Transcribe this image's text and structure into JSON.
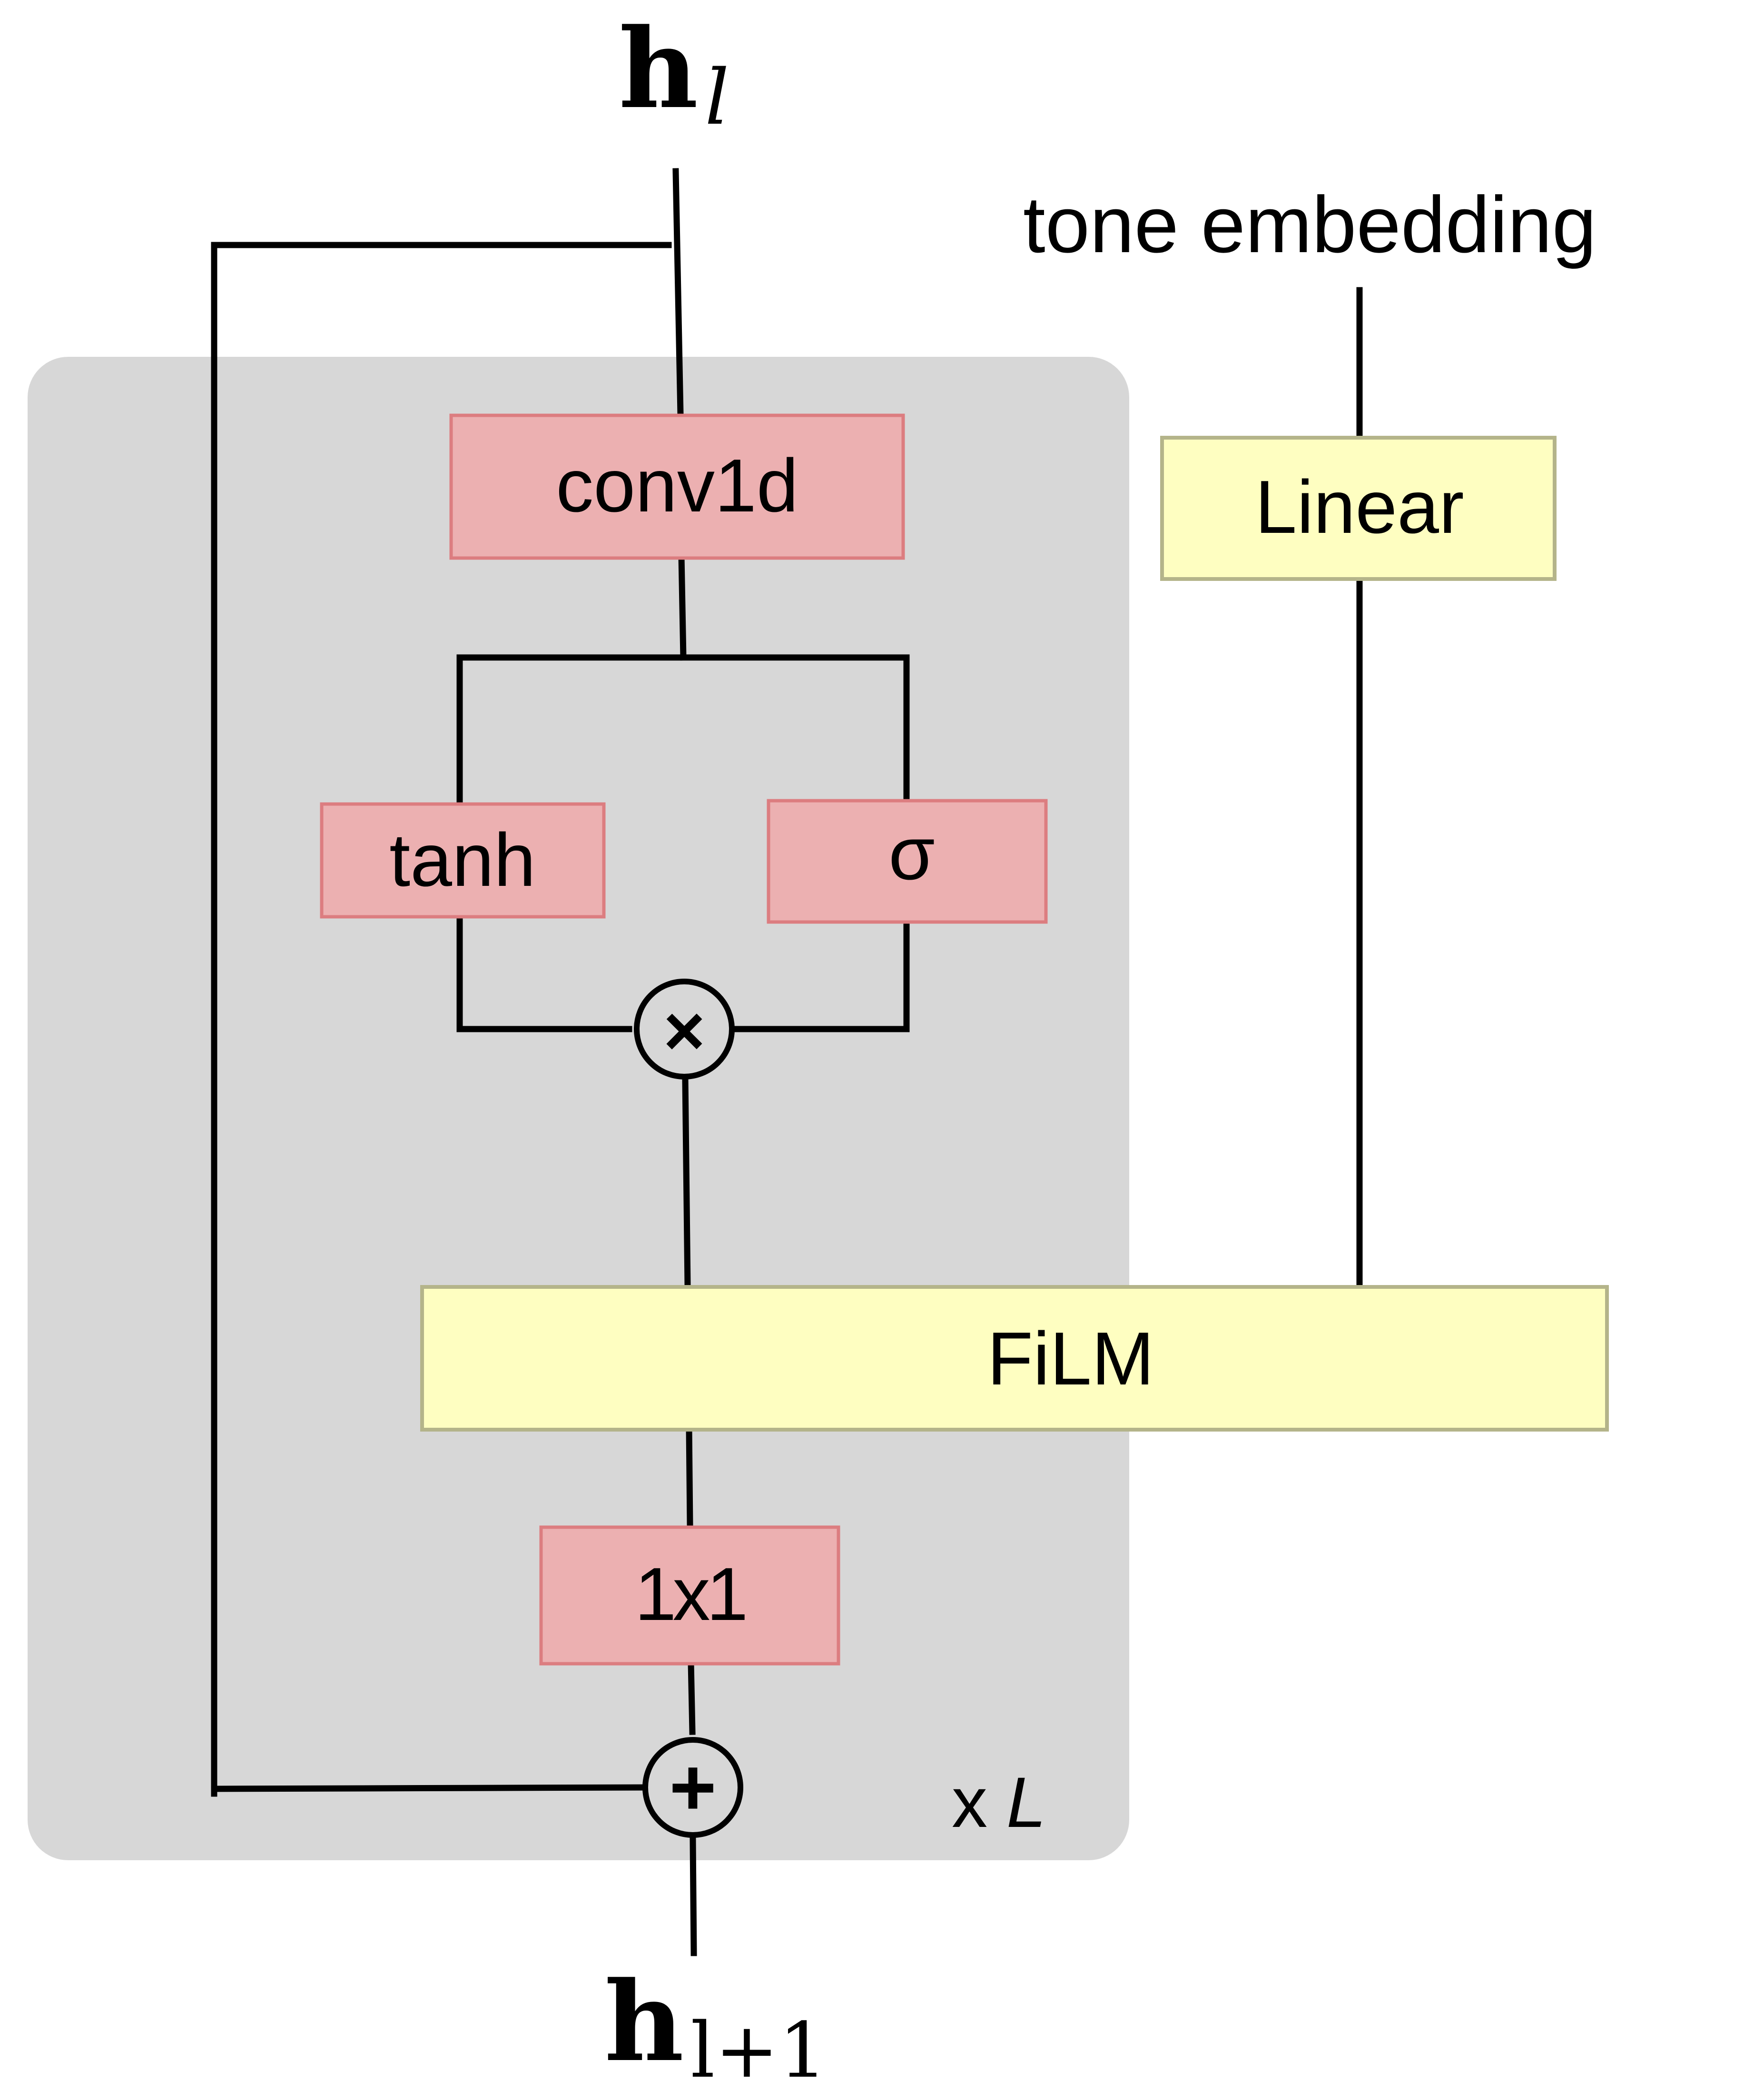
{
  "colors": {
    "block_bg": "#d7d7d7",
    "pink_fill": "#ecb0b1",
    "pink_stroke": "#dc7d80",
    "yellow_fill": "#fefec1",
    "yellow_stroke": "#b4b48a",
    "line": "#000000"
  },
  "input": {
    "base": "h",
    "subscript": "l"
  },
  "output": {
    "base": "h",
    "subscript": "l+1"
  },
  "tone_label": "tone embedding",
  "blocks": {
    "conv": "conv1d",
    "tanh": "tanh",
    "sigma": "σ",
    "film": "FiLM",
    "linear": "Linear",
    "conv1x1": "1x1"
  },
  "operators": {
    "multiply": "×",
    "add": "+"
  },
  "repeat": {
    "prefix": "x",
    "var": "L"
  }
}
